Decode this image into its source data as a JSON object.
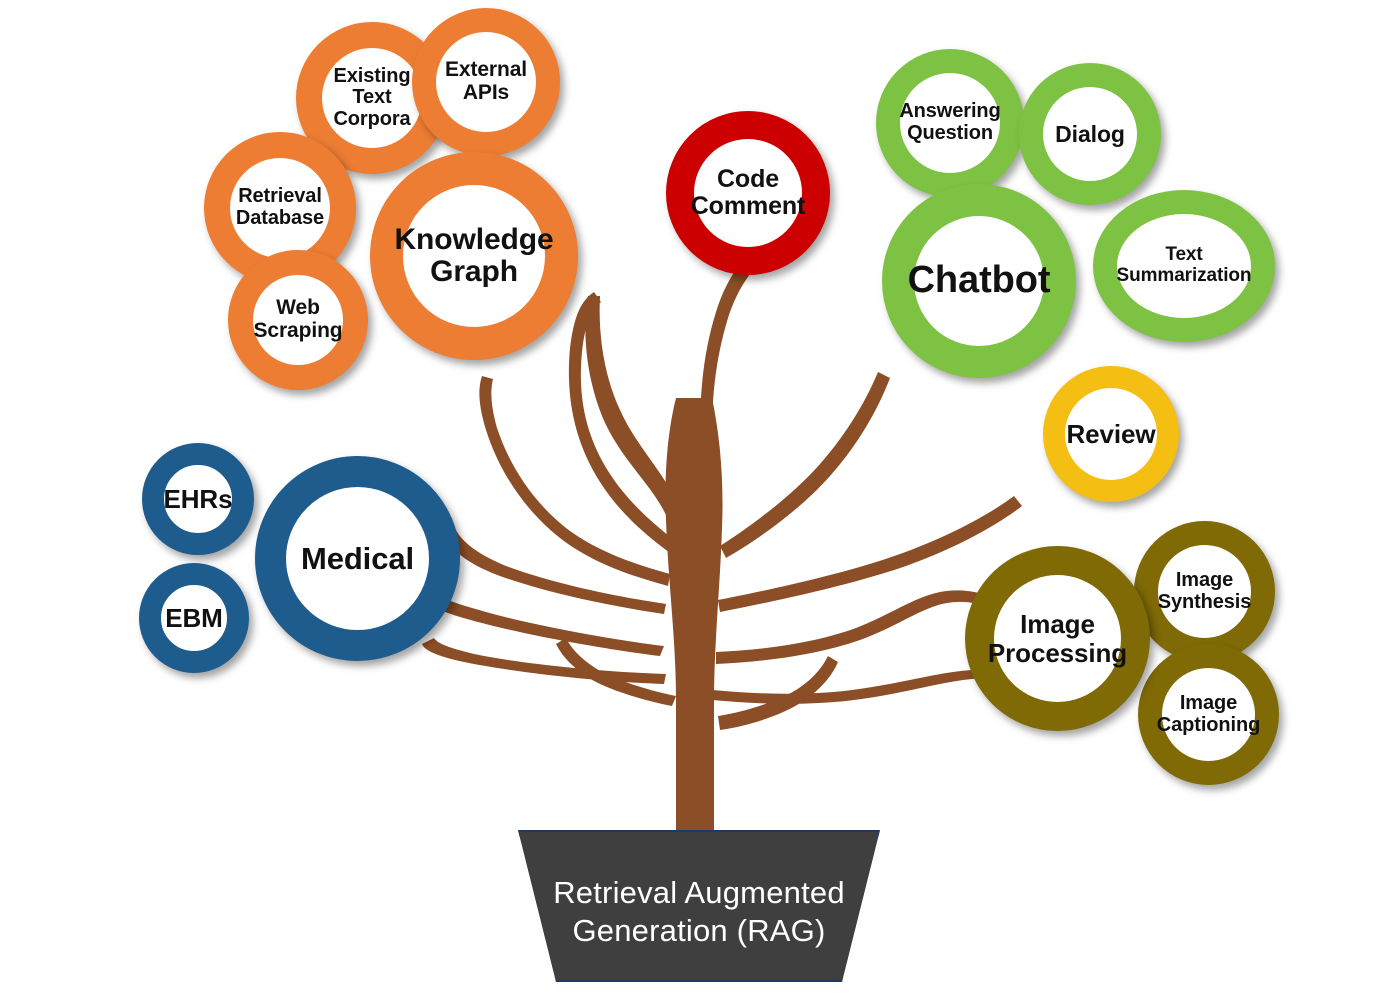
{
  "diagram": {
    "title": "Retrieval Augmented Generation (RAG) Tree",
    "type": "concept-tree",
    "pot": {
      "label": "Retrieval Augmented\nGeneration (RAG)",
      "fill_color": "#3F3F3F",
      "border_color": "#1F3864",
      "text_color": "#FFFFFF"
    },
    "trunk_color": "#8B4E26",
    "background_color": "#FFFFFF"
  },
  "clusters": [
    {
      "id": "knowledge-graph",
      "side": "left",
      "color": "#EC7D32",
      "main": {
        "label": "Knowledge\nGraph",
        "font_size": 30
      },
      "children": [
        {
          "label": "Existing\nText\nCorpora",
          "font_size": 20
        },
        {
          "label": "External\nAPIs",
          "font_size": 21
        },
        {
          "label": "Retrieval\nDatabase",
          "font_size": 20
        },
        {
          "label": "Web\nScraping",
          "font_size": 21
        }
      ]
    },
    {
      "id": "code-comment",
      "side": "center",
      "color": "#CC0000",
      "main": {
        "label": "Code\nComment",
        "font_size": 25
      },
      "children": []
    },
    {
      "id": "chatbot",
      "side": "right",
      "color": "#7DC243",
      "main": {
        "label": "Chatbot",
        "font_size": 38
      },
      "children": [
        {
          "label": "Answering\nQuestion",
          "font_size": 20
        },
        {
          "label": "Dialog",
          "font_size": 23
        },
        {
          "label": "Text\nSummarization",
          "font_size": 19
        }
      ]
    },
    {
      "id": "medical",
      "side": "left",
      "color": "#1F5C8E",
      "main": {
        "label": "Medical",
        "font_size": 31
      },
      "children": [
        {
          "label": "EHRs",
          "font_size": 26
        },
        {
          "label": "EBM",
          "font_size": 26
        }
      ]
    },
    {
      "id": "review",
      "side": "right",
      "color": "#F5BE13",
      "main": {
        "label": "Review",
        "font_size": 26
      },
      "children": []
    },
    {
      "id": "image-processing",
      "side": "right",
      "color": "#7F6A06",
      "main": {
        "label": "Image\nProcessing",
        "font_size": 26
      },
      "children": [
        {
          "label": "Image\nSynthesis",
          "font_size": 20
        },
        {
          "label": "Image\nCaptioning",
          "font_size": 20
        }
      ]
    }
  ],
  "nodes": {
    "existing_text_corpora": "Existing\nText\nCorpora",
    "external_apis": "External\nAPIs",
    "retrieval_database": "Retrieval\nDatabase",
    "web_scraping": "Web\nScraping",
    "knowledge_graph": "Knowledge\nGraph",
    "code_comment": "Code\nComment",
    "answering_question": "Answering\nQuestion",
    "dialog": "Dialog",
    "text_summarization": "Text\nSummarization",
    "chatbot": "Chatbot",
    "review": "Review",
    "ehrs": "EHRs",
    "ebm": "EBM",
    "medical": "Medical",
    "image_processing": "Image\nProcessing",
    "image_synthesis": "Image\nSynthesis",
    "image_captioning": "Image\nCaptioning",
    "pot_label": "Retrieval Augmented\nGeneration (RAG)"
  }
}
